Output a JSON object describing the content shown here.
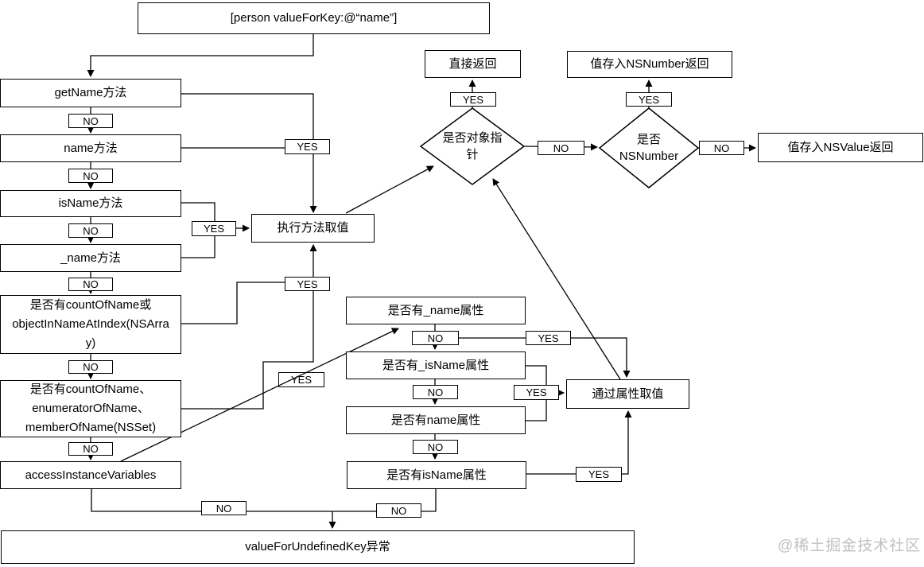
{
  "labels": {
    "yes": "YES",
    "no": "NO"
  },
  "nodes": {
    "entry": "[person valueForKey:@“name”]",
    "get_name_method": "getName方法",
    "name_method": "name方法",
    "is_name_method": "isName方法",
    "underscore_name_method": "_name方法",
    "count_of_name_array": "是否有countOfName或\nobjectInNameAtIndex(NSArra\ny)",
    "count_of_name_set": "是否有countOfName、\nenumeratorOfName、\nmemberOfName(NSSet)",
    "access_instance_variables": "accessInstanceVariables",
    "exec_method_value": "执行方法取值",
    "is_object_pointer": "是否对象指\n针",
    "direct_return": "直接返回",
    "is_nsnumber": "是否\nNSNumber",
    "nsnumber_return": "值存入NSNumber返回",
    "nsvalue_return": "值存入NSValue返回",
    "prop_underscore_name": "是否有_name属性",
    "prop_underscore_isname": "是否有_isName属性",
    "prop_name": "是否有name属性",
    "prop_isname": "是否有isName属性",
    "via_property_value": "通过属性取值",
    "undefined_key_exception": "valueForUndefinedKey异常"
  },
  "watermark": "@稀土掘金技术社区",
  "colors": {
    "line": "#000000",
    "box_fill": "#ffffff",
    "watermark": "#c1c1c1"
  }
}
